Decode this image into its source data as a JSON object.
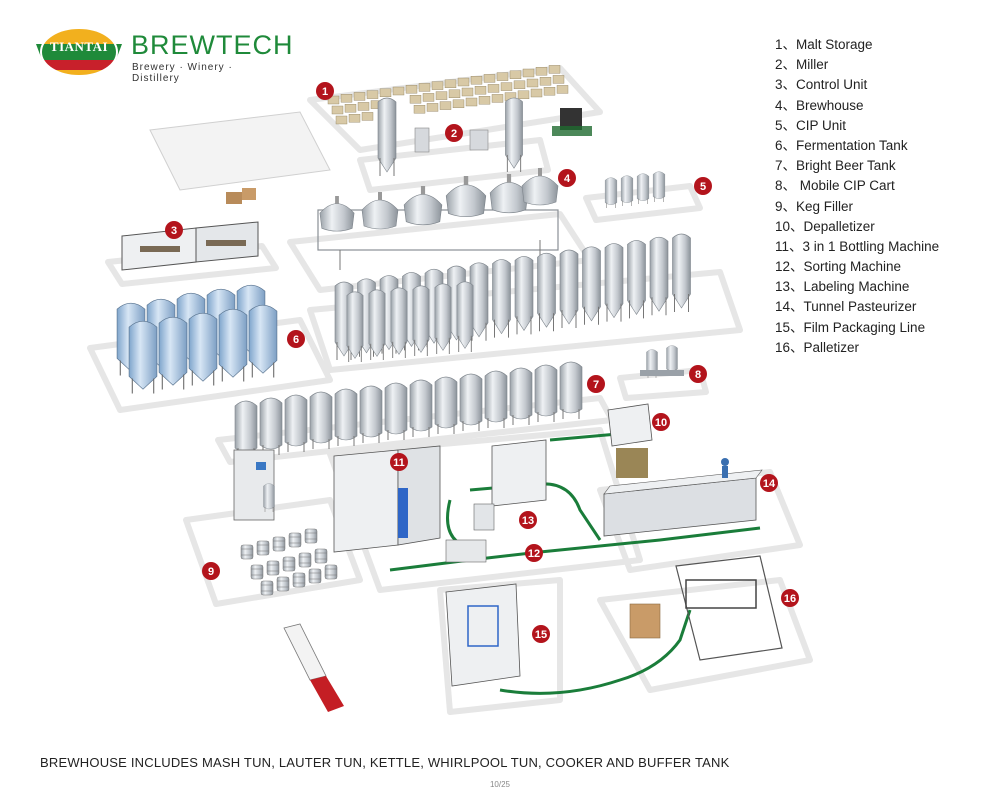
{
  "logo": {
    "badge_text": "TIANTAI",
    "brand": "BREWTECH",
    "tagline": "Brewery · Winery · Distillery"
  },
  "legend": [
    {
      "num": "1",
      "label": "Malt Storage"
    },
    {
      "num": "2",
      "label": "Miller"
    },
    {
      "num": "3",
      "label": "Control Unit"
    },
    {
      "num": "4",
      "label": "Brewhouse"
    },
    {
      "num": "5",
      "label": "CIP Unit"
    },
    {
      "num": "6",
      "label": "Fermentation Tank"
    },
    {
      "num": "7",
      "label": "Bright Beer Tank"
    },
    {
      "num": "8",
      "label": " Mobile CIP Cart"
    },
    {
      "num": "9",
      "label": "Keg Filler"
    },
    {
      "num": "10",
      "label": "Depalletizer"
    },
    {
      "num": "11",
      "label": "3 in 1 Bottling Machine"
    },
    {
      "num": "12",
      "label": "Sorting Machine"
    },
    {
      "num": "13",
      "label": "Labeling Machine"
    },
    {
      "num": "14",
      "label": "Tunnel Pasteurizer"
    },
    {
      "num": "15",
      "label": "Film Packaging Line"
    },
    {
      "num": "16",
      "label": "Palletizer"
    }
  ],
  "markers": [
    "1",
    "2",
    "3",
    "4",
    "5",
    "6",
    "7",
    "8",
    "9",
    "10",
    "11",
    "12",
    "13",
    "14",
    "15",
    "16"
  ],
  "caption": "BREWHOUSE INCLUDES MASH TUN, LAUTER TUN, KETTLE, WHIRLPOOL TUN, COOKER AND BUFFER TANK",
  "page_number": "10/25",
  "colors": {
    "marker": "#b3141c",
    "brand_green": "#1f8a3a",
    "badge_red": "#c8202b",
    "platform": "#eeeeee",
    "steel": "#c9ced4",
    "tank_blue": "#a9c7e6"
  }
}
